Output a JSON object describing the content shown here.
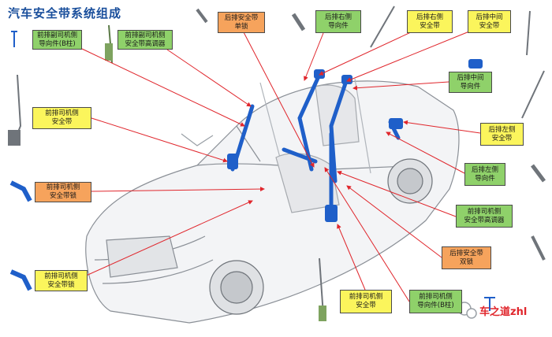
{
  "title": "汽车安全带系统组成",
  "labels": {
    "front_passenger_b_pillar_guide": [
      "前排副司机侧",
      "导向件(B柱)"
    ],
    "front_passenger_height_adjuster": [
      "前排副司机侧",
      "安全带高调器"
    ],
    "front_driver_belt": [
      "前排司机侧",
      "安全带"
    ],
    "front_driver_buckle": [
      "前排司机侧",
      "安全带锁"
    ],
    "front_passenger_buckle": [
      "前排司机侧",
      "安全带锁"
    ],
    "rear_single_buckle": [
      "后排安全带",
      "单锁"
    ],
    "rear_right_guide": [
      "后排右侧",
      "导向件"
    ],
    "rear_right_belt": [
      "后排右侧",
      "安全带"
    ],
    "rear_center_belt": [
      "后排中间",
      "安全带"
    ],
    "rear_center_guide": [
      "后排中间",
      "导向件"
    ],
    "rear_left_belt": [
      "后排左侧",
      "安全带"
    ],
    "rear_left_guide": [
      "后排左侧",
      "导向件"
    ],
    "front_driver_height_adjuster": [
      "前排司机侧",
      "安全带高调器"
    ],
    "rear_belt_double_buckle": [
      "后排安全带",
      "双锁"
    ],
    "front_driver_belt_bottom": [
      "前排司机侧",
      "安全带"
    ],
    "front_driver_guide_b_pillar": [
      "前排司机侧",
      "导向件(B柱)"
    ]
  },
  "watermark": {
    "text": "车之道zhl"
  },
  "colors": {
    "green": "#8fd16a",
    "yellow": "#fbf55c",
    "orange": "#f6a35c",
    "arrow": "#e0262c",
    "belt": "#1f5fc9",
    "title": "#1a4f9c"
  }
}
